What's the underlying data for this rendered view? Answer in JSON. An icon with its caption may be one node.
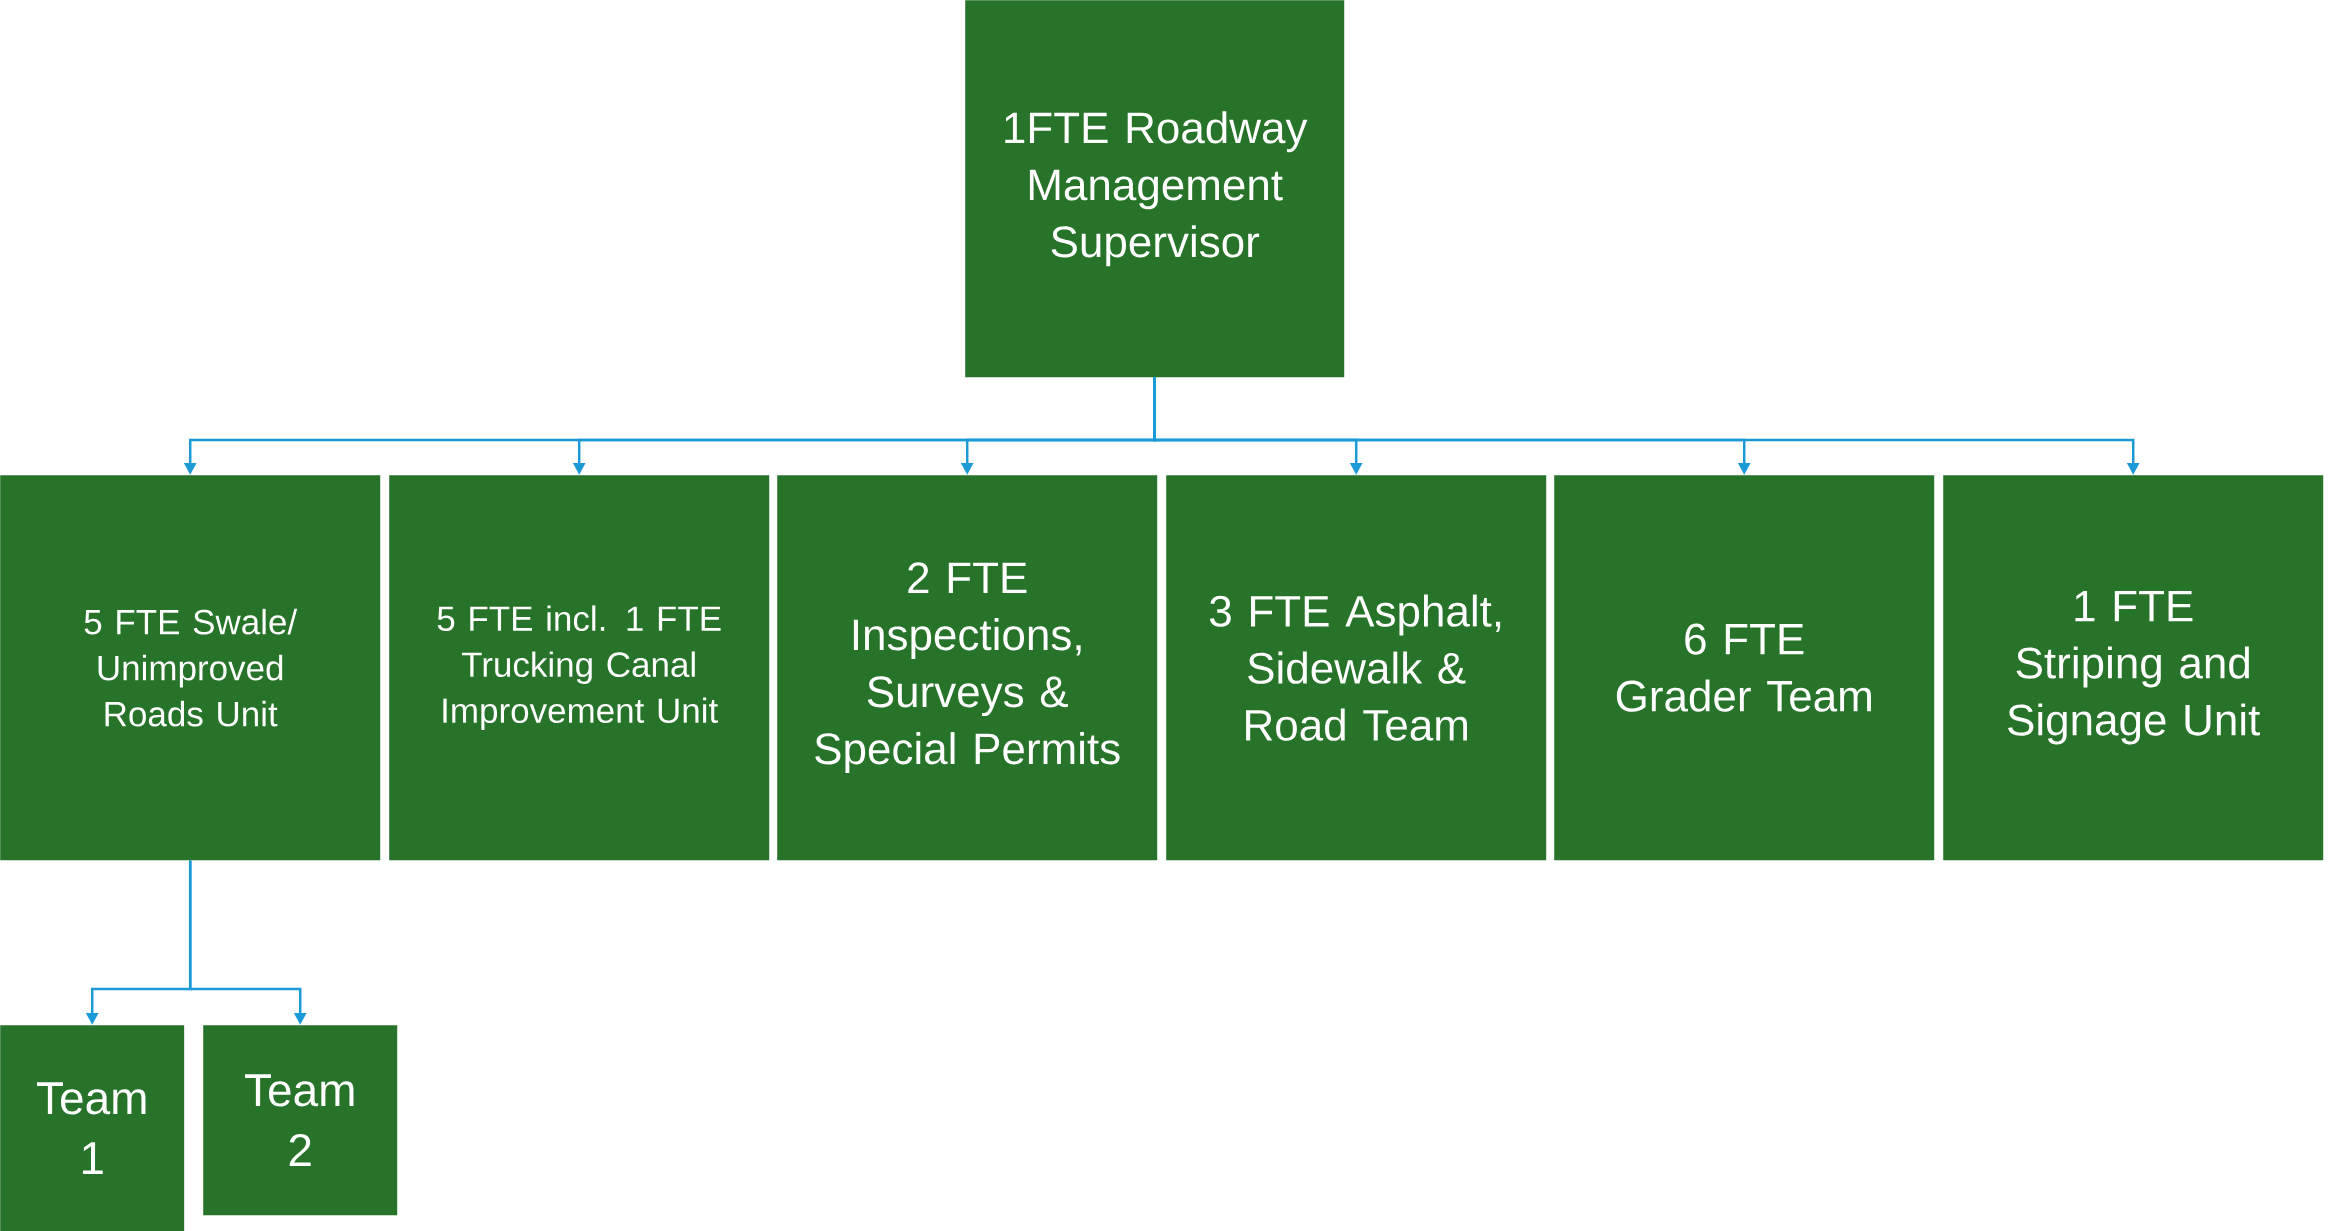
{
  "diagram": {
    "nodes": [
      {
        "text": [
          "1FTE Roadway Management Supervisor"
        ]
      },
      {
        "text": [
          "5 FTE Swale/ Unimproved Roads Unit"
        ]
      },
      {
        "text": [
          "5 FTE incl. 1 FTE Trucking Canal Improvement Unit"
        ]
      },
      {
        "text": [
          "2 FTE Inspections, Surveys & Special Permits"
        ]
      },
      {
        "text": [
          "3 FTE Asphalt, Sidewalk & Road Team"
        ]
      },
      {
        "text": [
          "6 FTE Grader Team"
        ]
      },
      {
        "text": [
          "1 FTE Striping and Signage Unit"
        ]
      },
      {
        "text": [
          "Team 1"
        ]
      },
      {
        "text": [
          "Team 2"
        ]
      }
    ],
    "edges": [
      {
        "from": 0,
        "to": 1,
        "arrow": "to"
      },
      {
        "from": 0,
        "to": 2,
        "arrow": "to"
      },
      {
        "from": 0,
        "to": 3,
        "arrow": "to"
      },
      {
        "from": 0,
        "to": 4,
        "arrow": "to"
      },
      {
        "from": 0,
        "to": 5,
        "arrow": "to"
      },
      {
        "from": 0,
        "to": 6,
        "arrow": "to"
      },
      {
        "from": 1,
        "to": 7,
        "arrow": "to"
      },
      {
        "from": 1,
        "to": 8,
        "arrow": "to"
      }
    ]
  }
}
